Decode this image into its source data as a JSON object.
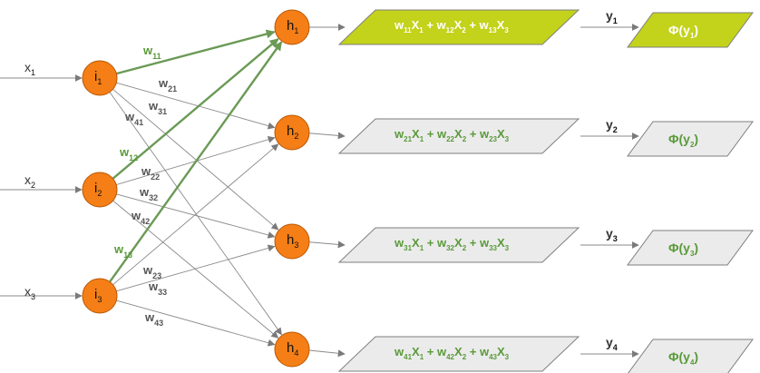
{
  "colors": {
    "node_fill": "#f57e16",
    "node_stroke": "#b85a08",
    "edge_gray": "#8a8a8a",
    "edge_green": "#6a9a55",
    "label_gray": "#555555",
    "label_green": "#5a9a3a",
    "box_active_fill": "#c3d21a",
    "box_inactive_fill": "#ebebeb",
    "box_stroke": "#7f7f7f"
  },
  "inputs": [
    {
      "name": "x",
      "sub": "1"
    },
    {
      "name": "x",
      "sub": "2"
    },
    {
      "name": "x",
      "sub": "3"
    }
  ],
  "input_nodes": [
    {
      "name": "i",
      "sub": "1"
    },
    {
      "name": "i",
      "sub": "2"
    },
    {
      "name": "i",
      "sub": "3"
    }
  ],
  "hidden_nodes": [
    {
      "name": "h",
      "sub": "1"
    },
    {
      "name": "h",
      "sub": "2"
    },
    {
      "name": "h",
      "sub": "3"
    },
    {
      "name": "h",
      "sub": "4"
    }
  ],
  "weights": [
    {
      "name": "w",
      "sub": "11",
      "highlight": true
    },
    {
      "name": "w",
      "sub": "21",
      "highlight": false
    },
    {
      "name": "w",
      "sub": "31",
      "highlight": false
    },
    {
      "name": "w",
      "sub": "41",
      "highlight": false
    },
    {
      "name": "w",
      "sub": "12",
      "highlight": true
    },
    {
      "name": "w",
      "sub": "22",
      "highlight": false
    },
    {
      "name": "w",
      "sub": "32",
      "highlight": false
    },
    {
      "name": "w",
      "sub": "42",
      "highlight": false
    },
    {
      "name": "w",
      "sub": "13",
      "highlight": true
    },
    {
      "name": "w",
      "sub": "23",
      "highlight": false
    },
    {
      "name": "w",
      "sub": "33",
      "highlight": false
    },
    {
      "name": "w",
      "sub": "43",
      "highlight": false
    }
  ],
  "sums": [
    {
      "terms": [
        {
          "w": "11",
          "x": "1"
        },
        {
          "w": "12",
          "x": "2"
        },
        {
          "w": "13",
          "x": "3"
        }
      ],
      "active": true
    },
    {
      "terms": [
        {
          "w": "21",
          "x": "1"
        },
        {
          "w": "22",
          "x": "2"
        },
        {
          "w": "23",
          "x": "3"
        }
      ],
      "active": false
    },
    {
      "terms": [
        {
          "w": "31",
          "x": "1"
        },
        {
          "w": "32",
          "x": "2"
        },
        {
          "w": "33",
          "x": "3"
        }
      ],
      "active": false
    },
    {
      "terms": [
        {
          "w": "41",
          "x": "1"
        },
        {
          "w": "42",
          "x": "2"
        },
        {
          "w": "43",
          "x": "3"
        }
      ],
      "active": false
    }
  ],
  "outputs": [
    {
      "name": "y",
      "sub": "1"
    },
    {
      "name": "y",
      "sub": "2"
    },
    {
      "name": "y",
      "sub": "3"
    },
    {
      "name": "y",
      "sub": "4"
    }
  ],
  "activations": [
    {
      "phi": "Φ(y",
      "sub": "1",
      "close": ")",
      "active": true
    },
    {
      "phi": "Φ(y",
      "sub": "2",
      "close": ")",
      "active": false
    },
    {
      "phi": "Φ(y",
      "sub": "3",
      "close": ")",
      "active": false
    },
    {
      "phi": "Φ(y",
      "sub": "4",
      "close": ")",
      "active": false
    }
  ],
  "term_symbol": "X",
  "plus": " + "
}
